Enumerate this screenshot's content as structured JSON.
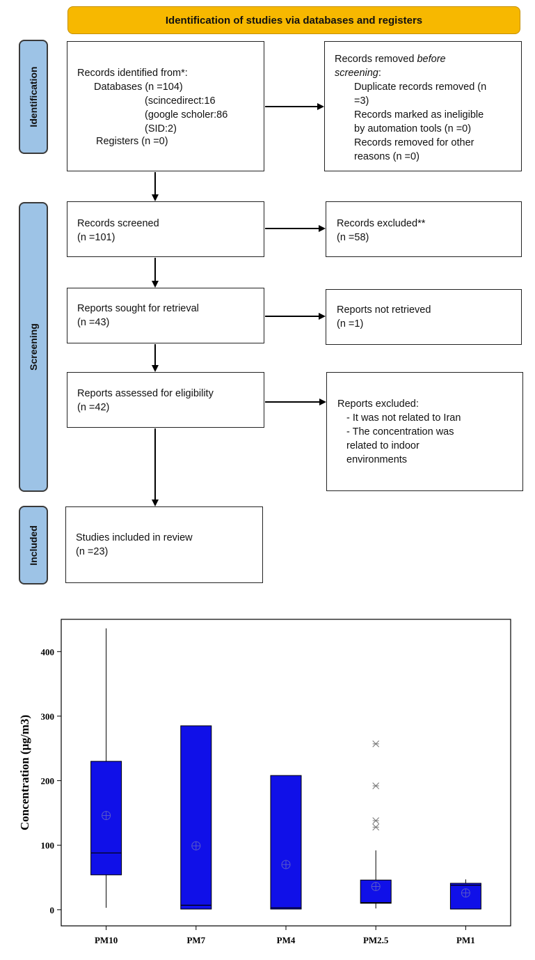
{
  "flow": {
    "header": "Identification of studies via databases and registers",
    "phases": {
      "identification": "Identification",
      "screening": "Screening",
      "included": "Included"
    },
    "identified": {
      "line1": "Records identified from*:",
      "line2": "Databases (n =104)",
      "line3": "(scincedirect:16",
      "line4": "(google scholer:86",
      "line5": "(SID:2)",
      "line6": "Registers (n =0)"
    },
    "removed": {
      "line1a": "Records removed ",
      "line1b": "before",
      "line2a": "screening",
      "line2b": ":",
      "line3": "Duplicate records removed (n",
      "line4": "=3)",
      "line5": "Records marked as ineligible",
      "line6": "by automation tools (n =0)",
      "line7": "Records removed for other",
      "line8": "reasons (n =0)"
    },
    "screened": {
      "line1": "Records screened",
      "line2": "(n =101)"
    },
    "excluded": {
      "line1": "Records excluded**",
      "line2": "(n =58)"
    },
    "sought": {
      "line1": "Reports sought for retrieval",
      "line2": "(n =43)"
    },
    "not_retrieved": {
      "line1": "Reports not retrieved",
      "line2": "(n =1)"
    },
    "assessed": {
      "line1": "Reports assessed for eligibility",
      "line2": "(n =42)"
    },
    "reports_excluded": {
      "line1": "Reports excluded:",
      "line2": "- It was not related to Iran",
      "line3": "- The concentration was",
      "line4": "related to indoor",
      "line5": "environments"
    },
    "included": {
      "line1": "Studies included in review",
      "line2": "(n =23)"
    }
  },
  "chart_data": {
    "type": "box",
    "ylabel": "Concentration (µg/m3)",
    "categories": [
      "PM10",
      "PM7",
      "PM4",
      "PM2.5",
      "PM1"
    ],
    "ylim": [
      -25,
      450
    ],
    "yticks": [
      0,
      100,
      200,
      300,
      400
    ],
    "grid": false,
    "box_color": "#1010e8",
    "boxes": [
      {
        "q1": 54,
        "median": 88,
        "q3": 230,
        "whisker_low": 3,
        "whisker_high": 436,
        "mean": 146,
        "outliers": []
      },
      {
        "q1": 1,
        "median": 7,
        "q3": 285,
        "whisker_low": 1,
        "whisker_high": 285,
        "mean": 99,
        "outliers": []
      },
      {
        "q1": 1,
        "median": 3,
        "q3": 208,
        "whisker_low": 1,
        "whisker_high": 208,
        "mean": 70,
        "outliers": []
      },
      {
        "q1": 10,
        "median": 11,
        "q3": 46,
        "whisker_low": 2,
        "whisker_high": 92,
        "mean": 36,
        "outliers": [
          128,
          138,
          192,
          257
        ]
      },
      {
        "q1": 1,
        "median": 38,
        "q3": 41,
        "whisker_low": 1,
        "whisker_high": 47,
        "mean": 26,
        "outliers": []
      }
    ]
  }
}
